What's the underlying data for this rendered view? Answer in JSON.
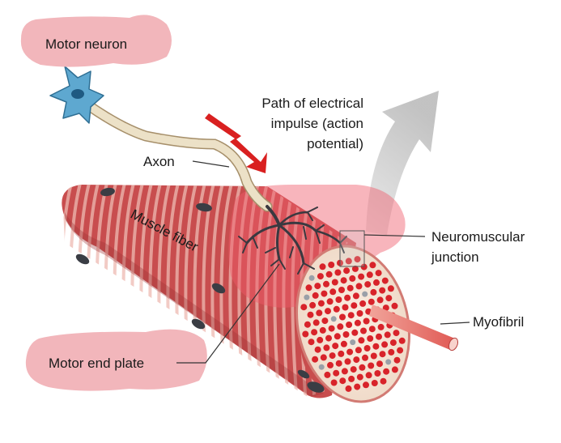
{
  "labels": {
    "motor_neuron": "Motor neuron",
    "path_line1": "Path of electrical",
    "path_line2": "impulse (action",
    "path_line3": "potential)",
    "axon": "Axon",
    "muscle_fiber": "Muscle fiber",
    "neuromuscular_line1": "Neuromuscular",
    "neuromuscular_line2": "junction",
    "myofibril": "Myofibril",
    "motor_end_plate": "Motor end plate"
  },
  "colors": {
    "highlight_pink": "#f2b6bb",
    "muscle_red": "#c84d4e",
    "stripe_pale": "#eeb9b1",
    "fiber_red": "#d8232a",
    "neuron_blue": "#5ea8d0",
    "axon_tan": "#e9dcc0",
    "impulse_red": "#d92020",
    "arrow_gray": "#c8c8c8"
  }
}
